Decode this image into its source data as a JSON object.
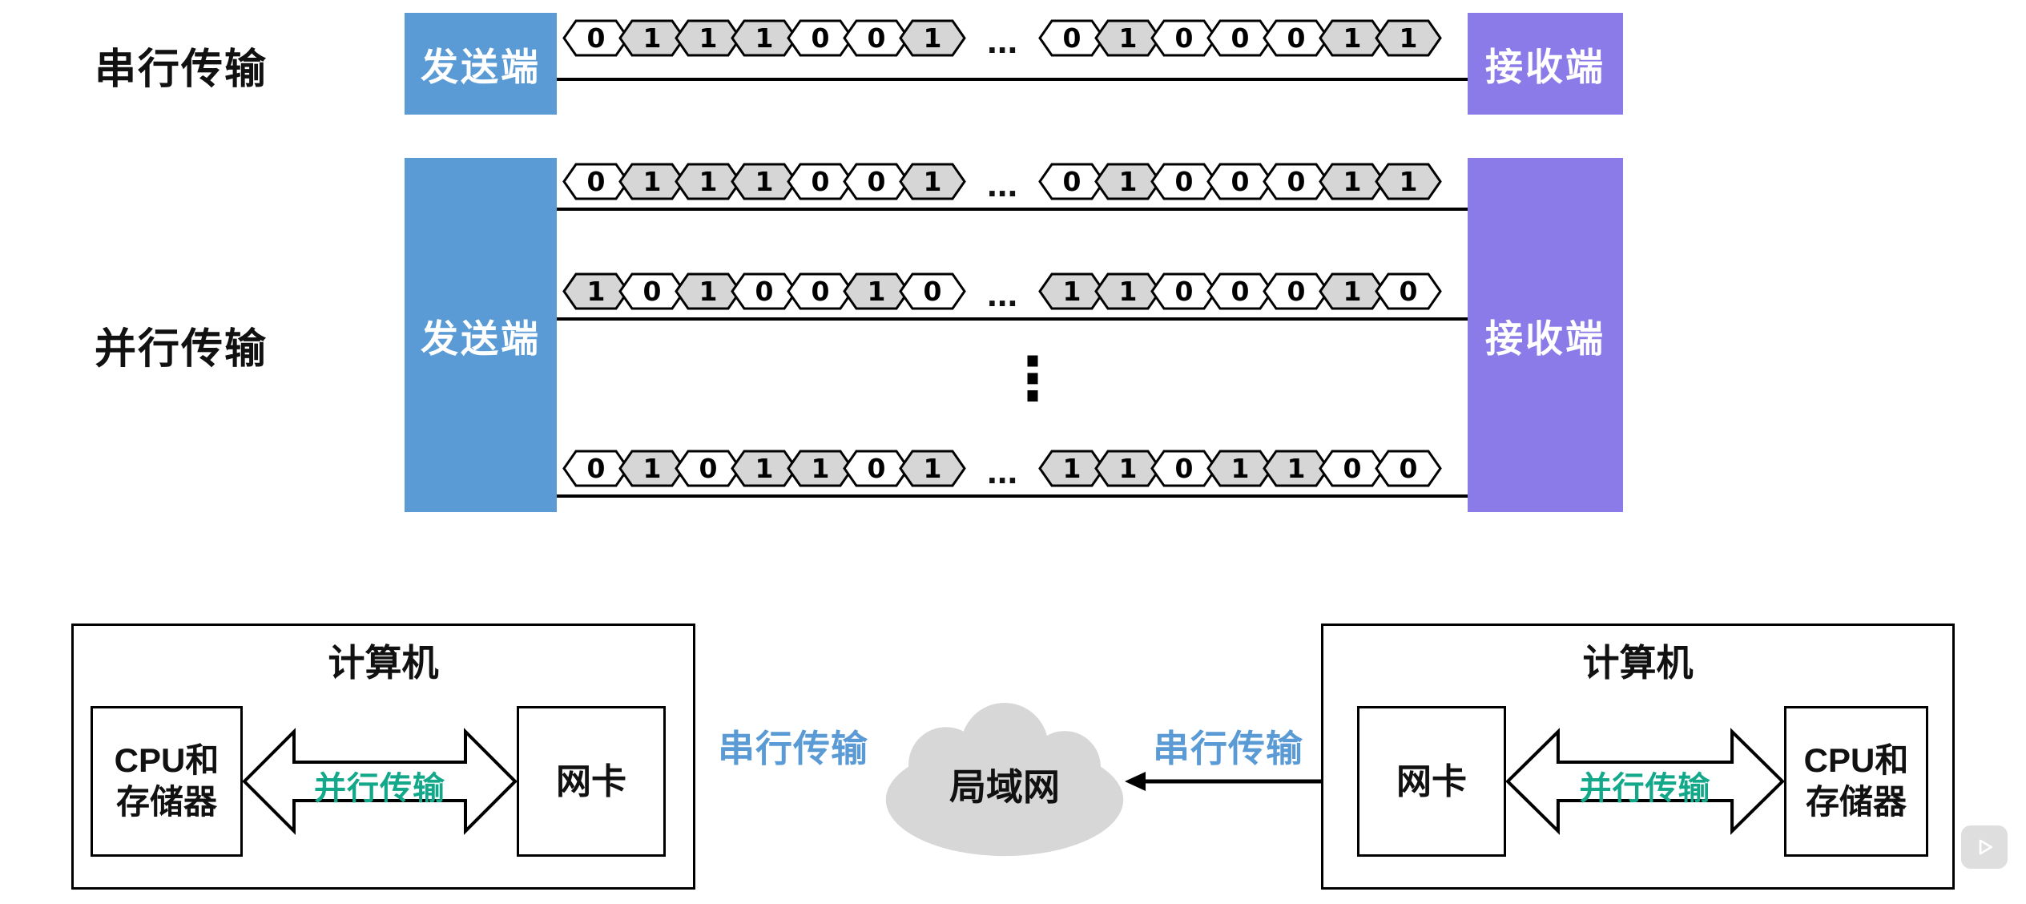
{
  "sections": {
    "serial_label": "串行传输",
    "parallel_label": "并行传输"
  },
  "endpoints": {
    "sender": "发送端",
    "receiver": "接收端"
  },
  "bits": {
    "ellipsis": "...",
    "vertical_ellipsis": "⋮",
    "rows": {
      "serial": {
        "group1": [
          "0",
          "1",
          "1",
          "1",
          "0",
          "0",
          "1"
        ],
        "group2": [
          "0",
          "1",
          "0",
          "0",
          "0",
          "1",
          "1"
        ]
      },
      "parallel1": {
        "group1": [
          "0",
          "1",
          "1",
          "1",
          "0",
          "0",
          "1"
        ],
        "group2": [
          "0",
          "1",
          "0",
          "0",
          "0",
          "1",
          "1"
        ]
      },
      "parallel2": {
        "group1": [
          "1",
          "0",
          "1",
          "0",
          "0",
          "1",
          "0"
        ],
        "group2": [
          "1",
          "1",
          "0",
          "0",
          "0",
          "1",
          "0"
        ]
      },
      "parallel3": {
        "group1": [
          "0",
          "1",
          "0",
          "1",
          "1",
          "0",
          "1"
        ],
        "group2": [
          "1",
          "1",
          "0",
          "1",
          "1",
          "0",
          "0"
        ]
      }
    }
  },
  "bottom": {
    "computer_title": "计算机",
    "cpu_line1": "CPU和",
    "cpu_line2": "存储器",
    "nic": "网卡",
    "lan": "局域网",
    "parallel_transfer": "并行传输",
    "serial_transfer": "串行传输"
  },
  "colors": {
    "sender_box": "#5B9BD5",
    "receiver_box": "#8B7BE8",
    "serial_text": "#5B9BD5",
    "parallel_text": "#13A88A",
    "bit_one_fill": "#D6D6D6",
    "bit_zero_fill": "#FFFFFF",
    "cloud_fill": "#D7D7D7",
    "wire_color": "#000000"
  }
}
